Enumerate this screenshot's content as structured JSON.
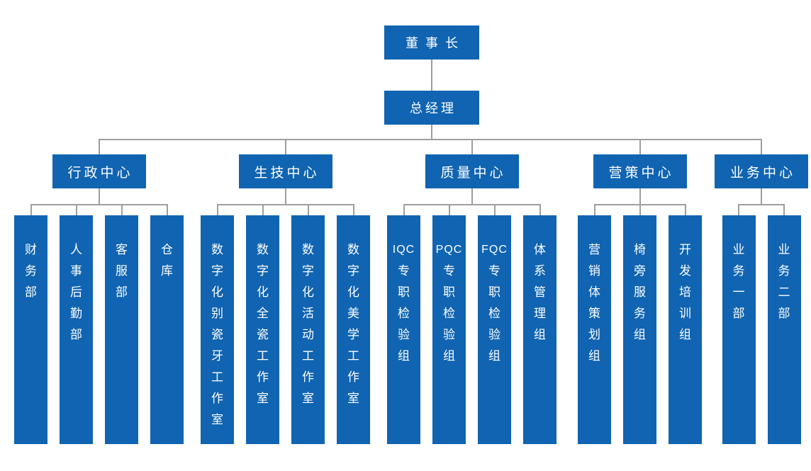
{
  "org": {
    "chairman": {
      "label": "董事长"
    },
    "general_manager": {
      "label": "总经理"
    },
    "groups": [
      {
        "name": "行政中心",
        "children": [
          "财务部",
          "人事后勤部",
          "客服部",
          "仓库"
        ]
      },
      {
        "name": "生技中心",
        "children": [
          "数字化别瓷牙工作室",
          "数字化全瓷工作室",
          "数字化活动工作室",
          "数字化美学工作室"
        ]
      },
      {
        "name": "质量中心",
        "children": [
          "IQC专职检验组",
          "PQC专职检验组",
          "FQC专职检验组",
          "体系管理组"
        ]
      },
      {
        "name": "营策中心",
        "children": [
          "营销体策划组",
          "椅旁服务组",
          "开发培训组"
        ]
      },
      {
        "name": "业务中心",
        "children": [
          "业务一部",
          "业务二部"
        ]
      }
    ],
    "colors": {
      "node_fill": "#1064b1",
      "node_text": "#ffffff",
      "connector": "#9e9e9e",
      "background": "#ffffff"
    }
  }
}
